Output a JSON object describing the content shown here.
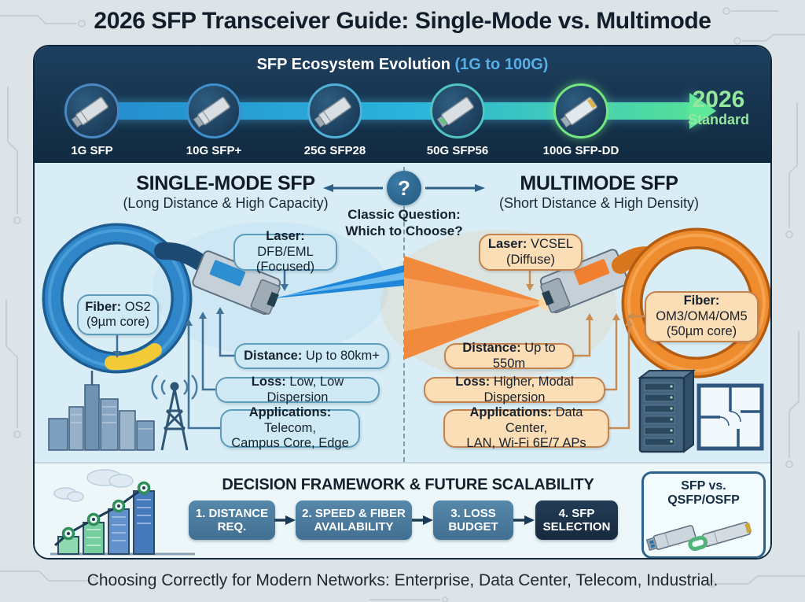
{
  "title": "2026 SFP Transceiver Guide: Single-Mode vs. Multimode",
  "timeline": {
    "heading": "SFP Ecosystem Evolution ",
    "range": "(1G to 100G)",
    "stages": [
      {
        "label": "1G SFP"
      },
      {
        "label": "10G SFP+"
      },
      {
        "label": "25G SFP28"
      },
      {
        "label": "50G SFP56"
      },
      {
        "label": "100G SFP-DD"
      }
    ],
    "endpoint": {
      "year": "2026",
      "label": "Standard"
    }
  },
  "question": {
    "mark": "?",
    "line1": "Classic Question:",
    "line2": "Which to Choose?"
  },
  "single_mode": {
    "heading": "SINGLE-MODE SFP",
    "subheading": "(Long Distance & High Capacity)",
    "laser": {
      "label": "Laser:",
      "value": " DFB/EML",
      "line2": "(Focused)"
    },
    "fiber": {
      "label": "Fiber:",
      "value": " OS2",
      "line2": "(9µm core)"
    },
    "distance": {
      "label": "Distance:",
      "value": " Up to 80km+"
    },
    "loss": {
      "label": "Loss:",
      "value": " Low, Low Dispersion"
    },
    "applications": {
      "label": "Applications:",
      "value": " Telecom,",
      "line2": "Campus Core, Edge"
    }
  },
  "multimode": {
    "heading": "MULTIMODE SFP",
    "subheading": "(Short Distance & High Density)",
    "laser": {
      "label": "Laser:",
      "value": " VCSEL",
      "line2": "(Diffuse)"
    },
    "fiber": {
      "label": "Fiber:",
      "line2": "OM3/OM4/OM5",
      "line3": "(50µm core)"
    },
    "distance": {
      "label": "Distance:",
      "value": " Up to 550m"
    },
    "loss": {
      "label": "Loss:",
      "value": " Higher, Modal Dispersion"
    },
    "applications": {
      "label": "Applications:",
      "value": " Data Center,",
      "line2": "LAN, Wi-Fi 6E/7 APs"
    }
  },
  "decision": {
    "heading": "DECISION FRAMEWORK & FUTURE SCALABILITY",
    "steps": [
      {
        "line1": "1. DISTANCE",
        "line2": "REQ."
      },
      {
        "line1": "2. SPEED & FIBER",
        "line2": "AVAILABILITY"
      },
      {
        "line1": "3. LOSS",
        "line2": "BUDGET"
      },
      {
        "line1": "4. SFP",
        "line2": "SELECTION"
      }
    ]
  },
  "comparison": {
    "title": "SFP vs. QSFP/OSFP"
  },
  "footer": "Choosing Correctly for Modern Networks: Enterprise, Data Center, Telecom, Industrial.",
  "colors": {
    "navy": "#16334d",
    "panel_bg": "#d9edf6",
    "blue_accent": "#1f87da",
    "orange_accent": "#f28a3e",
    "green_accent": "#74e67e",
    "box_blue_bg": "#cfeaf4",
    "box_blue_border": "#5e9cbc",
    "box_orange_bg": "#fbddb6",
    "box_orange_border": "#c4824e",
    "step_blue": "#4c7da0",
    "step_dark": "#1b3048"
  }
}
